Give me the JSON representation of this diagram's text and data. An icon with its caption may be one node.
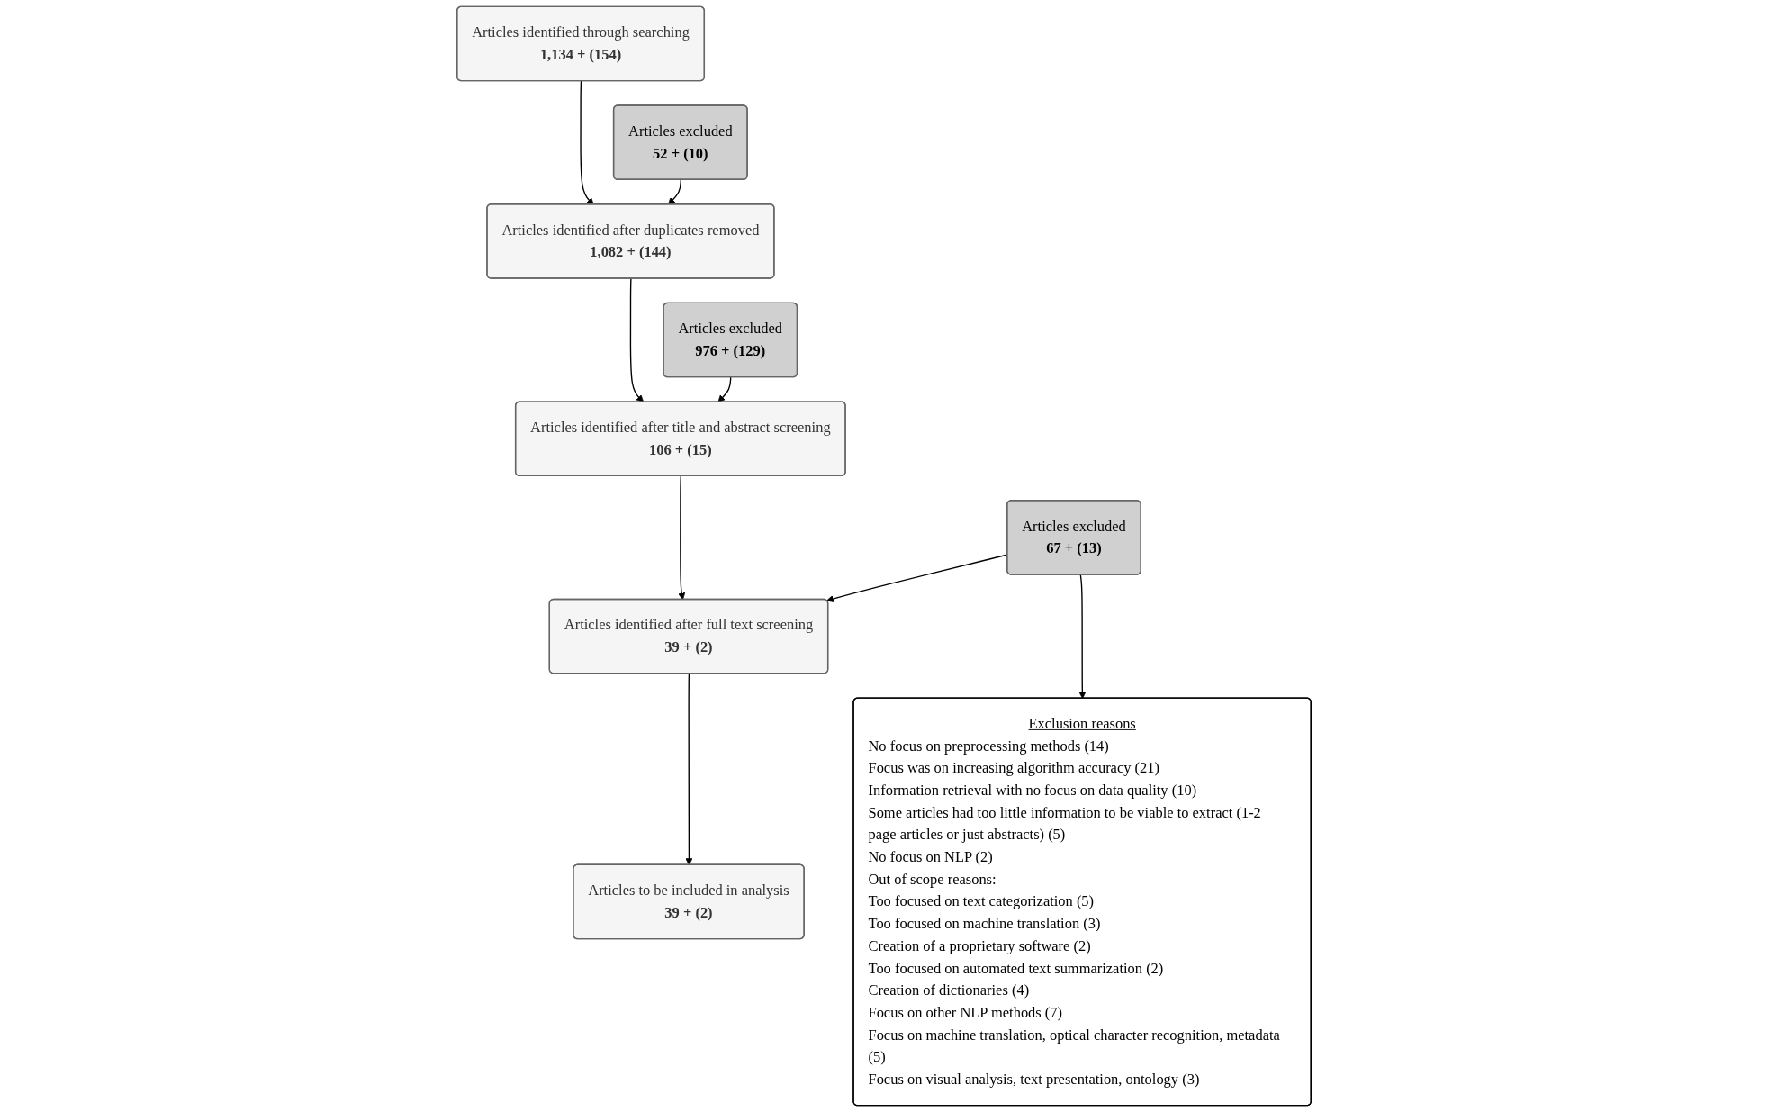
{
  "diagram": {
    "nodes": [
      {
        "text": [
          "Articles identified through searching",
          "1,134 + (154)"
        ]
      },
      {
        "text": [
          "Articles identified after duplicates removed",
          "1,082 + (144)"
        ]
      },
      {
        "text": [
          "Articles excluded",
          "52 + (10)"
        ]
      },
      {
        "text": [
          "Articles identified after title and abstract screening",
          "106 + (15)"
        ]
      },
      {
        "text": [
          "Articles excluded",
          "976 + (129)"
        ]
      },
      {
        "text": [
          "Articles identified after full text screening",
          "39 + (2)"
        ]
      },
      {
        "text": [
          "Articles excluded",
          "67 + (13)"
        ]
      },
      {
        "text": [
          "Exclusion reasons",
          "No focus on preprocessing methods (14)",
          "Focus was on increasing algorithm accuracy (21)",
          "Information retrieval with no focus on data quality (10)",
          "Some articles had too little information to be viable to extract (1-2 page articles or just abstracts) (5)",
          "No focus on NLP (2)",
          "Out of scope reasons:",
          "Too focused on text categorization (5)",
          "Too focused on machine translation (3)",
          "Creation of a proprietary software (2)",
          "Too focused on automated text summarization (2)",
          "Creation of dictionaries (4)",
          "Focus on other NLP methods (7)",
          "Focus on machine translation, optical character recognition, metadata (5)",
          "Focus on visual analysis, text presentation, ontology (3)"
        ]
      },
      {
        "text": [
          "Articles to be included in analysis",
          "39 + (2)"
        ]
      }
    ],
    "edges": [
      {
        "from": 0,
        "to": 1,
        "arrow": "to"
      },
      {
        "from": 2,
        "to": 1,
        "arrow": "to"
      },
      {
        "from": 1,
        "to": 3,
        "arrow": "to"
      },
      {
        "from": 4,
        "to": 3,
        "arrow": "to"
      },
      {
        "from": 3,
        "to": 5,
        "arrow": "to"
      },
      {
        "from": 6,
        "to": 5,
        "arrow": "to"
      },
      {
        "from": 6,
        "to": 7,
        "arrow": "to"
      },
      {
        "from": 5,
        "to": 8,
        "arrow": "to"
      }
    ]
  }
}
